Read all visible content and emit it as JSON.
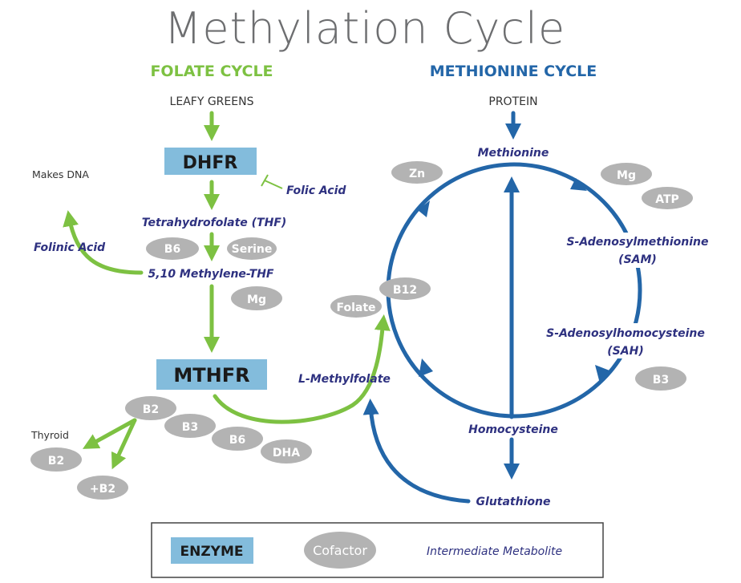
{
  "title": "Methylation Cycle",
  "colors": {
    "folate": "#7dc142",
    "methionine": "#2366a8",
    "enzyme_fill": "#83bcdc",
    "cofactor_fill": "#b3b3b3",
    "metabolite_text": "#2e3180",
    "title_text": "#6d6e70"
  },
  "folate_cycle": {
    "heading": "FOLATE CYCLE",
    "source": "LEAFY GREENS",
    "enzymes": {
      "dhfr": "DHFR",
      "mthfr": "MTHFR"
    },
    "metabolites": {
      "folic_acid": "Folic Acid",
      "thf": "Tetrahydrofolate (THF)",
      "methylene_thf": "5,10 Methylene-THF",
      "folinic_acid": "Folinic Acid",
      "l_methylfolate": "L-Methylfolate"
    },
    "notes": {
      "makes_dna": "Makes DNA",
      "thyroid": "Thyroid"
    },
    "cofactors": {
      "b6_thf": "B6",
      "serine": "Serine",
      "mg": "Mg",
      "b2": "B2",
      "b3": "B3",
      "b6": "B6",
      "dha": "DHA",
      "thyroid_b2": "B2",
      "plus_b2": "+B2",
      "folate": "Folate"
    }
  },
  "methionine_cycle": {
    "heading": "METHIONINE CYCLE",
    "source": "PROTEIN",
    "metabolites": {
      "methionine": "Methionine",
      "sam_line1": "S-Adenosylmethionine",
      "sam_line2": "(SAM)",
      "sah_line1": "S-Adenosylhomocysteine",
      "sah_line2": "(SAH)",
      "homocysteine": "Homocysteine",
      "glutathione": "Glutathione"
    },
    "cofactors": {
      "zn": "Zn",
      "mg": "Mg",
      "atp": "ATP",
      "b12": "B12",
      "b3": "B3"
    }
  },
  "legend": {
    "enzyme": "ENZYME",
    "cofactor": "Cofactor",
    "metabolite": "Intermediate Metabolite"
  }
}
